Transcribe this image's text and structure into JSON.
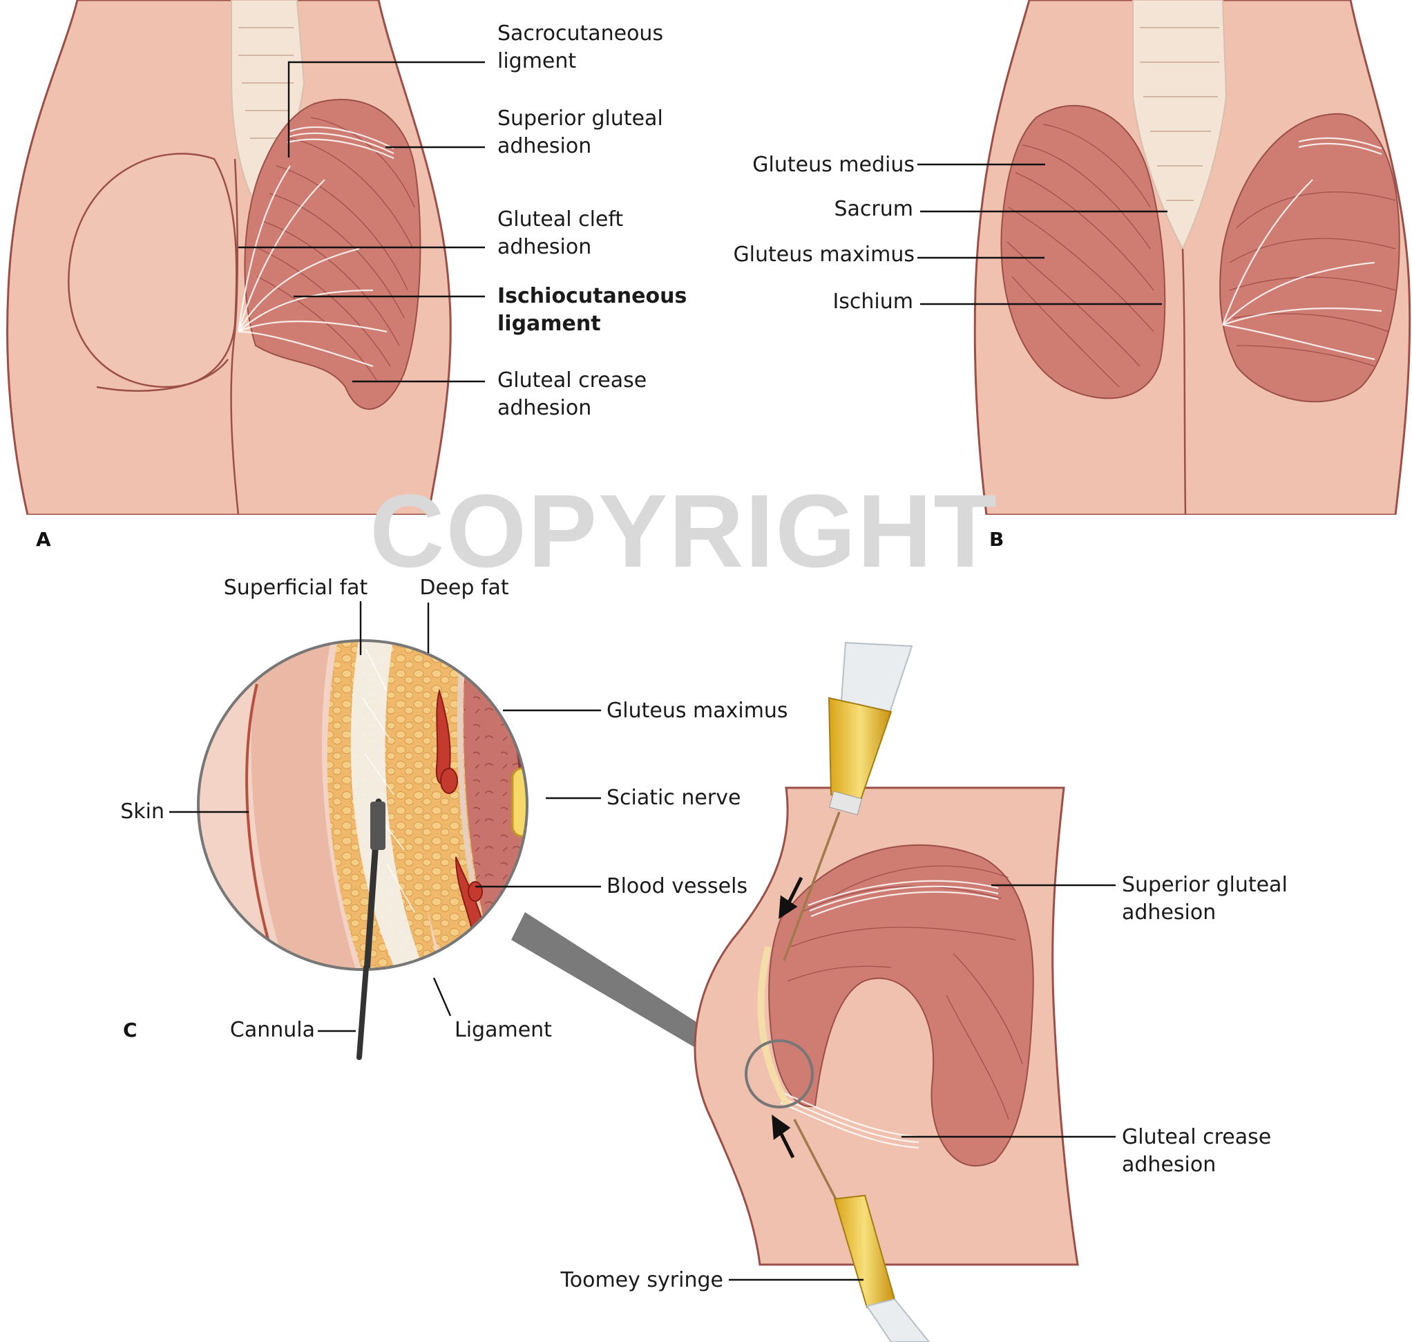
{
  "watermark": "COPYRIGHT",
  "panels": {
    "a": {
      "letter": "A",
      "labels": {
        "sacrocutaneous": [
          "Sacrocutaneous",
          "ligment"
        ],
        "superior_gluteal": [
          "Superior gluteal",
          "adhesion"
        ],
        "gluteal_cleft": [
          "Gluteal cleft",
          "adhesion"
        ],
        "ischiocutaneous": [
          "Ischiocutaneous",
          "ligament"
        ],
        "gluteal_crease": [
          "Gluteal crease",
          "adhesion"
        ]
      }
    },
    "b": {
      "letter": "B",
      "labels": {
        "gluteus_medius": "Gluteus medius",
        "sacrum": "Sacrum",
        "gluteus_maximus": "Gluteus maximus",
        "ischium": "Ischium"
      }
    },
    "c": {
      "letter": "C",
      "labels": {
        "superficial_fat": "Superficial fat",
        "deep_fat": "Deep fat",
        "gluteus_maximus": "Gluteus maximus",
        "sciatic_nerve": "Sciatic nerve",
        "skin": "Skin",
        "blood_vessels": "Blood vessels",
        "cannula": "Cannula",
        "ligament": "Ligament",
        "superior_gluteal": [
          "Superior gluteal",
          "adhesion"
        ],
        "gluteal_crease": [
          "Gluteal crease",
          "adhesion"
        ],
        "toomey_syringe": "Toomey syringe"
      }
    }
  }
}
